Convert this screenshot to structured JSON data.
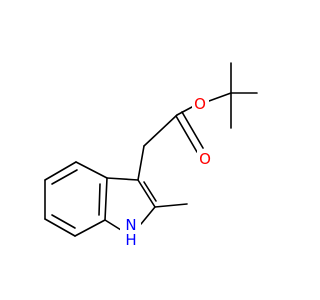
{
  "molecule": {
    "atoms": {
      "ester_oxygen": {
        "label": "O",
        "color": "#ff0000"
      },
      "carbonyl_oxygen": {
        "label": "O",
        "color": "#ff0000"
      },
      "indole_nitrogen": {
        "label": "N",
        "color": "#0000ff"
      },
      "indole_hydrogen": {
        "label": "H",
        "color": "#0000ff"
      }
    }
  }
}
